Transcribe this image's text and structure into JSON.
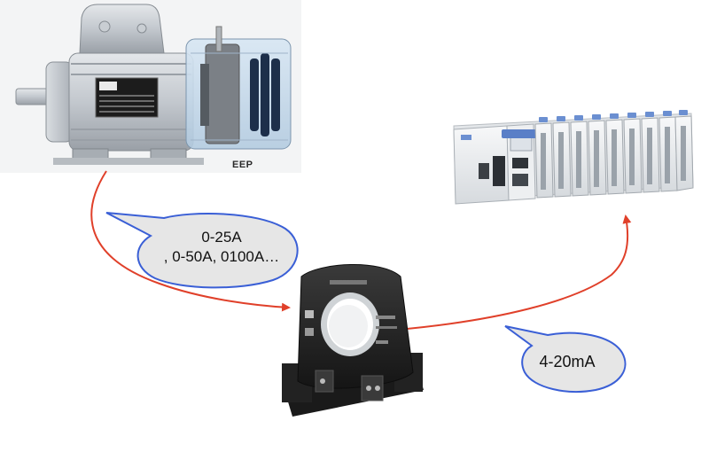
{
  "diagram": {
    "callout_current": {
      "line1": "0-25A",
      "line2": ", 0-50A, 0100A…"
    },
    "callout_signal": {
      "text": "4-20mA"
    },
    "motor_logo_text": "EEP",
    "colors": {
      "arrow": "#e0402a",
      "callout_fill": "#e6e6e6",
      "callout_stroke": "#3a5fd6",
      "transducer_body": "#2a2a2a",
      "plc_body": "#eef0f2",
      "module_accent": "#5a7fc7"
    },
    "icons": [
      "electric-motor-icon",
      "current-transducer-icon",
      "plc-rack-icon"
    ]
  }
}
